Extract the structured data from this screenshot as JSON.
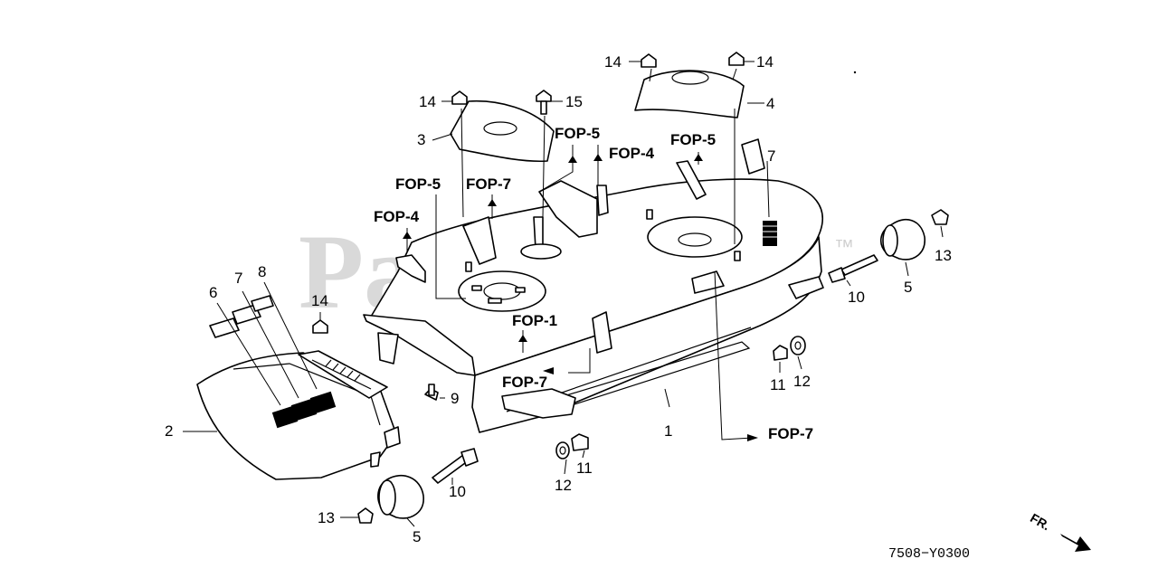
{
  "watermark": {
    "text": "PartsTree",
    "mark": "™"
  },
  "diagram_code": "7508−Y0300",
  "direction": "FR.",
  "callouts": {
    "c1": "1",
    "c2": "2",
    "c3": "3",
    "c4": "4",
    "c5a": "5",
    "c5b": "5",
    "c6": "6",
    "c7a": "7",
    "c7b": "7",
    "c8": "8",
    "c9": "9",
    "c10a": "10",
    "c10b": "10",
    "c11a": "11",
    "c11b": "11",
    "c12a": "12",
    "c12b": "12",
    "c13a": "13",
    "c13b": "13",
    "c14a": "14",
    "c14b": "14",
    "c14c": "14",
    "c14d": "14",
    "c15": "15"
  },
  "refs": {
    "fop5_top": "FOP-5",
    "fop4_center": "FOP-4",
    "fop5_right": "FOP-5",
    "fop5_left": "FOP-5",
    "fop7_top": "FOP-7",
    "fop4_left": "FOP-4",
    "fop1": "FOP-1",
    "fop7_mid": "FOP-7",
    "fop7_right": "FOP-7"
  }
}
